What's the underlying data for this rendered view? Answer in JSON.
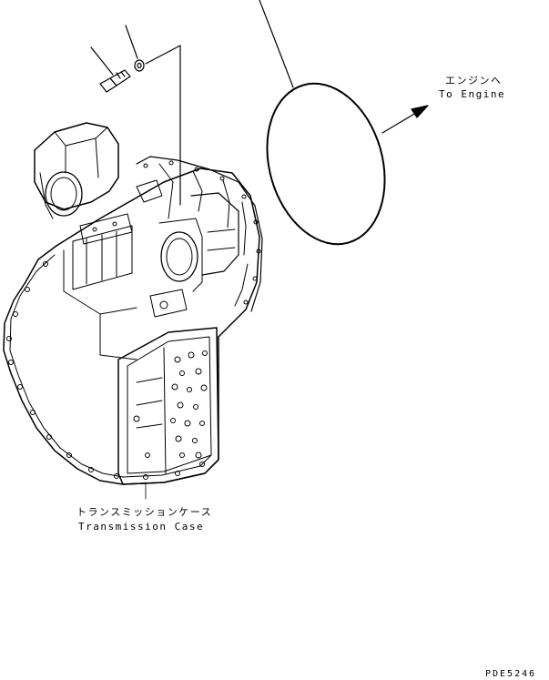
{
  "labels": {
    "engine_ja": "エンジンへ",
    "engine_en": "To Engine",
    "case_ja": "トランスミッションケース",
    "case_en": "Transmission Case"
  },
  "drawing_code": "PDE5246",
  "colors": {
    "line": "#000000",
    "background": "#ffffff"
  }
}
